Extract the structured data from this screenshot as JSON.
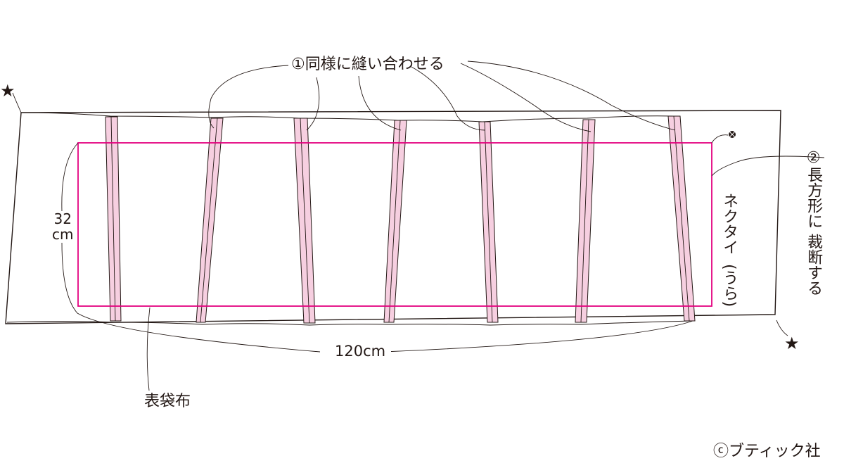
{
  "labels": {
    "sew": "①同様に縫い合わせる",
    "width": "120cm",
    "height_value": "32",
    "height_unit": "cm",
    "fabric": "表袋布",
    "necktie": "ネクタイ",
    "necktie_side": "(うら)",
    "cut_num": "②",
    "cut_line1": "長方形に",
    "cut_line2": "裁断する",
    "credit": "ⓒブティック社"
  },
  "marks": {
    "star": "★"
  },
  "colors": {
    "outline": "#231815",
    "cut_rectangle": "#e4007f",
    "seam_fill": "#f6cfe0",
    "background": "#ffffff"
  }
}
